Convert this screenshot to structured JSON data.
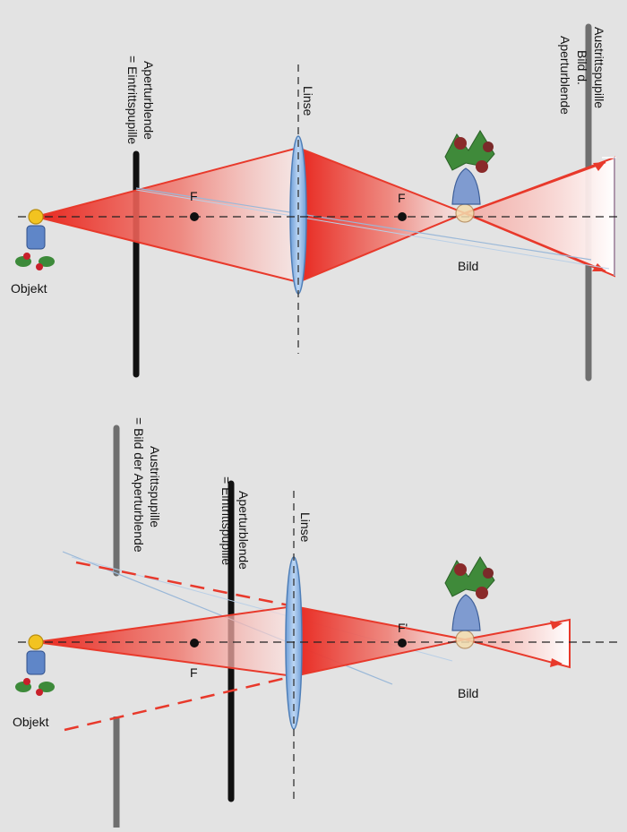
{
  "diagram_top": {
    "lens_label": "Linse",
    "stop_label_line1": "Aperturblende",
    "stop_label_line2": "= Eintrittspupille",
    "exit_label_line1": "Austrittspupille",
    "exit_label_line2": "Bild d.",
    "exit_label_line3": "Aperturblende",
    "focus_left_label": "F",
    "focus_right_label": "F",
    "object_label": "Objekt",
    "image_label": "Bild"
  },
  "diagram_bottom": {
    "lens_label": "Linse",
    "stop_label_line1": "Aperturblende",
    "stop_label_line2": "= Eintrittspupille",
    "exit_label_line1": "Austrittspupille",
    "exit_label_line2": "= Bild der Aperturblende",
    "focus_left_label": "F",
    "focus_right_label": "F'",
    "object_label": "Objekt",
    "image_label": "Bild"
  },
  "colors": {
    "background": "#e3e3e3",
    "ray_red": "#e8392b",
    "lens_blue": "#8fb8e8",
    "stop_black": "#111111",
    "exit_pupil_gray": "#6f6f6f",
    "guide_ray_blue": "#9ab8d8"
  }
}
